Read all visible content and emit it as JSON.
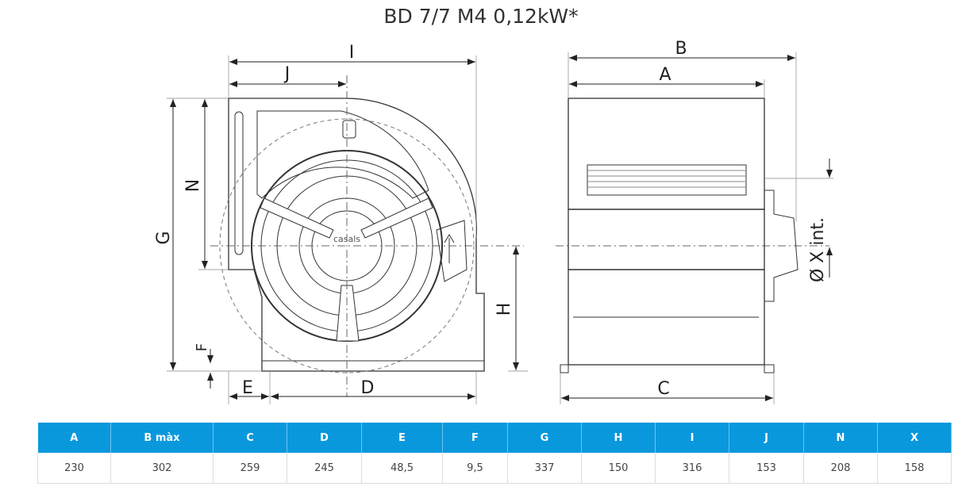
{
  "title": "BD 7/7 M4 0,12kW*",
  "dimension_labels": {
    "I": "I",
    "J": "J",
    "N": "N",
    "G": "G",
    "F": "F",
    "E": "E",
    "D": "D",
    "H": "H",
    "B": "B",
    "A": "A",
    "C": "C",
    "X": "Ø X int."
  },
  "logo_text": "casals",
  "table": {
    "headers": [
      "A",
      "B màx",
      "C",
      "D",
      "E",
      "F",
      "G",
      "H",
      "I",
      "J",
      "N",
      "X"
    ],
    "values": [
      "230",
      "302",
      "259",
      "245",
      "48,5",
      "9,5",
      "337",
      "150",
      "316",
      "153",
      "208",
      "158"
    ]
  },
  "colors": {
    "header_bg": "#0a98dd"
  }
}
